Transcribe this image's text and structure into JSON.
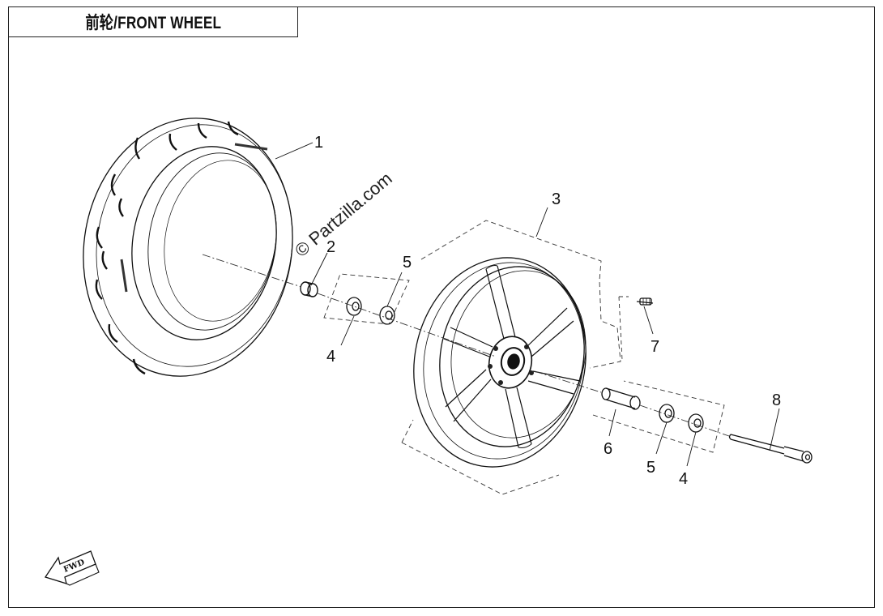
{
  "header": {
    "title": "前轮/FRONT WHEEL"
  },
  "watermark": "© Partzilla.com",
  "direction_indicator": "FWD",
  "callouts": {
    "tire": "1",
    "collar": "2",
    "wheel": "3",
    "bearing_left": "4",
    "bearing_right": "4",
    "seal_left": "5",
    "seal_right": "5",
    "spacer": "6",
    "valve": "7",
    "axle": "8"
  }
}
